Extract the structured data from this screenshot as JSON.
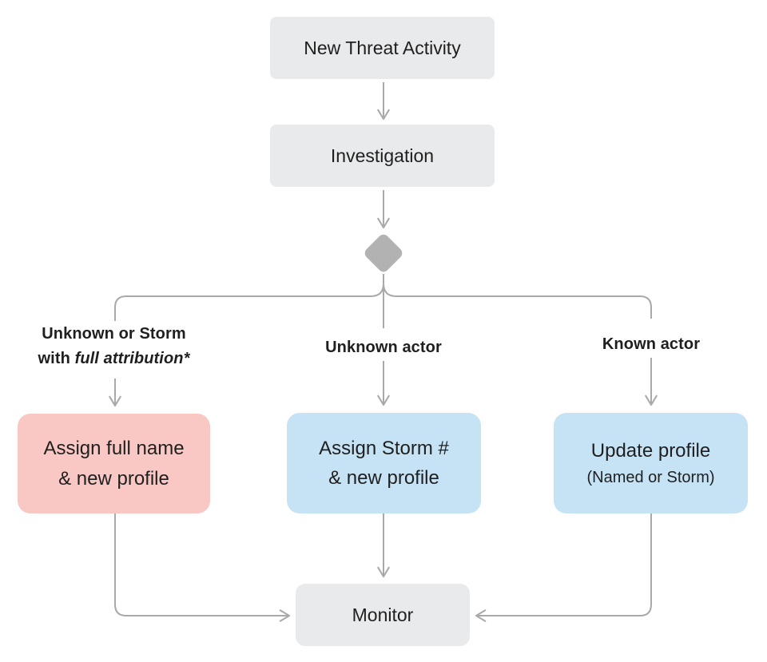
{
  "flowchart": {
    "nodes": {
      "new_threat_activity": {
        "label": "New Threat Activity"
      },
      "investigation": {
        "label": "Investigation"
      },
      "assign_full_name": {
        "line1": "Assign full name",
        "line2": "& new profile"
      },
      "assign_storm_number": {
        "line1": "Assign Storm #",
        "line2": "& new profile"
      },
      "update_profile": {
        "line1": "Update profile",
        "line2": "(Named or Storm)"
      },
      "monitor": {
        "label": "Monitor"
      }
    },
    "branch_labels": {
      "unknown_or_storm": {
        "line1": "Unknown or Storm",
        "line2_regular": "with",
        "line2_italic": "full attribution*"
      },
      "unknown_actor": "Unknown actor",
      "known_actor": "Known actor"
    },
    "colors": {
      "gray_node": "#e8eaec",
      "pink_node": "#f9c8c4",
      "blue_node": "#c6e3f5",
      "connector": "#a9a9a9",
      "diamond": "#b2b2b2",
      "text": "#1f1f1f",
      "background": "#ffffff"
    }
  }
}
